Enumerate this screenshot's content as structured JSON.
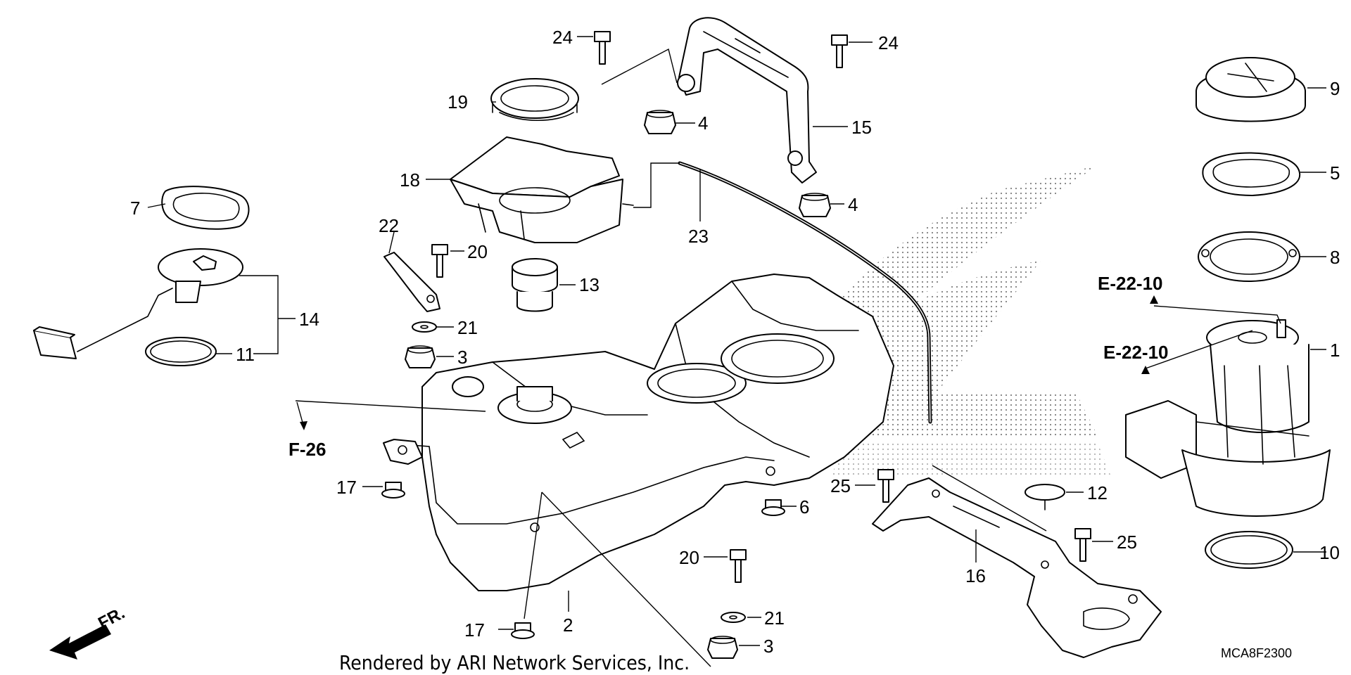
{
  "callouts": {
    "c1": "1",
    "c2": "2",
    "c3a": "3",
    "c3b": "3",
    "c4a": "4",
    "c4b": "4",
    "c5": "5",
    "c6": "6",
    "c7": "7",
    "c8": "8",
    "c9": "9",
    "c10": "10",
    "c11": "11",
    "c12": "12",
    "c13": "13",
    "c14": "14",
    "c15": "15",
    "c16": "16",
    "c17a": "17",
    "c17b": "17",
    "c18": "18",
    "c19": "19",
    "c20a": "20",
    "c20b": "20",
    "c21a": "21",
    "c21b": "21",
    "c22": "22",
    "c23": "23",
    "c24a": "24",
    "c24b": "24",
    "c25a": "25",
    "c25b": "25"
  },
  "references": {
    "e1": "E-22-10",
    "e2": "E-22-10",
    "f26": "F-26"
  },
  "direction": "FR.",
  "diagram_code": "MCA8F2300",
  "footer": "Rendered by ARI Network Services, Inc."
}
